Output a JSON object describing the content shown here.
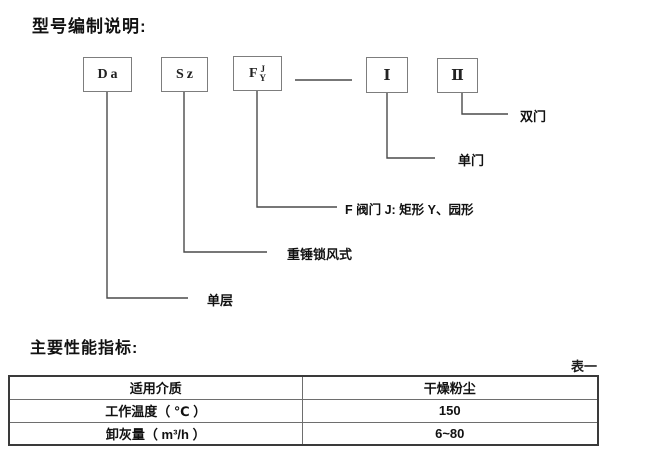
{
  "doc": {
    "title": "型号编制说明:",
    "performance_heading": "主要性能指标:",
    "table_caption": "表一"
  },
  "diagram": {
    "boxes": [
      {
        "label": "Da"
      },
      {
        "label": "Sz"
      },
      {
        "label": "F",
        "sup": "J",
        "sub": "Y"
      },
      {
        "label": "Ⅰ"
      },
      {
        "label": "Ⅱ"
      }
    ],
    "branch_labels": [
      {
        "label": "双门"
      },
      {
        "label": "单门"
      },
      {
        "label": "F 阀门 J: 矩形  Y、园形"
      },
      {
        "label": "重锤锁风式"
      },
      {
        "label": "单层"
      }
    ]
  },
  "table": {
    "rows": [
      {
        "param": "适用介质",
        "value": "干燥粉尘"
      },
      {
        "param": "工作温度（ ℃ ）",
        "value": "150"
      },
      {
        "param": "卸灰量（ m³/h ）",
        "value": "6~80"
      }
    ]
  }
}
